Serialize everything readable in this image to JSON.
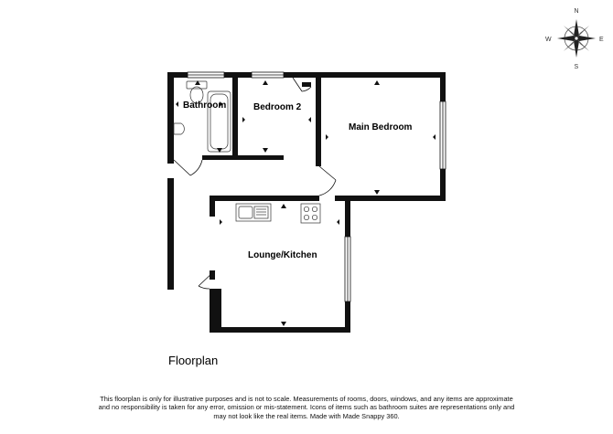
{
  "compass": {
    "north": "N",
    "south": "S",
    "east": "E",
    "west": "W"
  },
  "rooms": {
    "bathroom": "Bathroom",
    "bedroom2": "Bedroom 2",
    "main_bedroom": "Main Bedroom",
    "lounge_kitchen": "Lounge/Kitchen"
  },
  "caption": "Floorplan",
  "disclaimer": [
    "This floorplan is only for illustrative purposes and is not to scale. Measurements of rooms, doors, windows, and any items are approximate",
    "and no responsibility is taken for any error, omission or mis-statement. Icons of items such as bathroom suites are representations only and",
    "may not look like the real items. Made with Made Snappy 360."
  ]
}
